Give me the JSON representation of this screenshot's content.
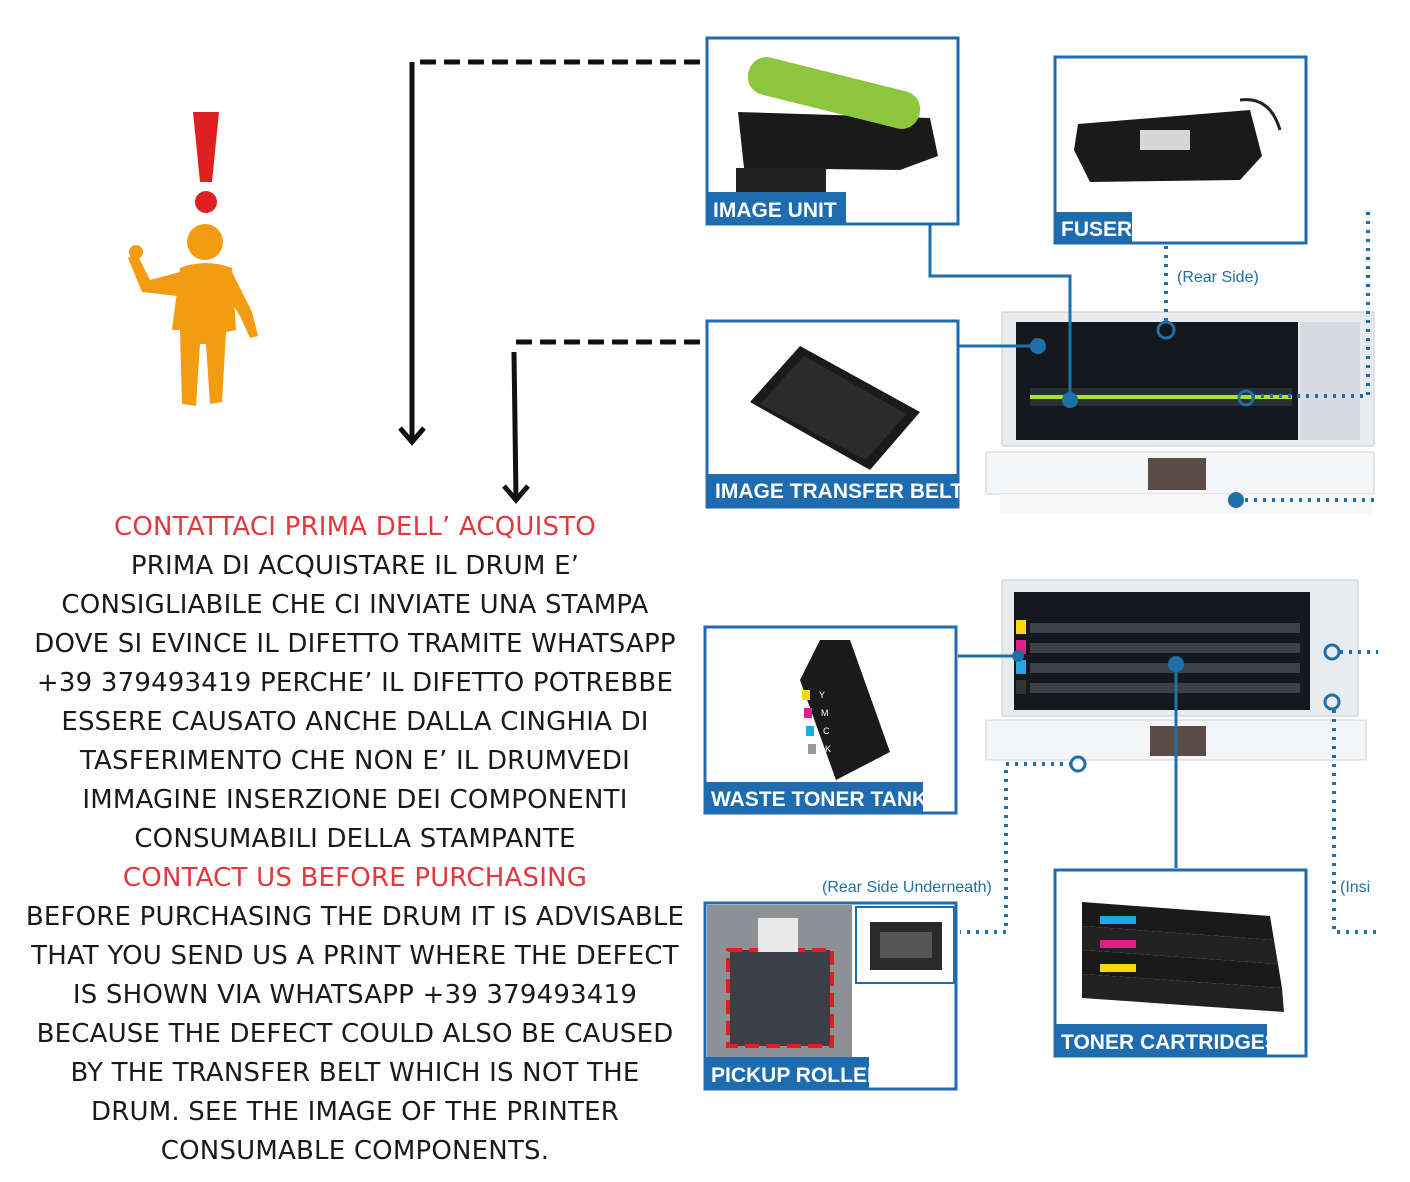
{
  "text_block": {
    "it_heading": "CONTATTACI PRIMA DELL’ ACQUISTO",
    "it_lines": [
      "PRIMA DI ACQUISTARE IL DRUM E’",
      "CONSIGLIABILE CHE CI INVIATE UNA STAMPA",
      "DOVE SI EVINCE IL DIFETTO TRAMITE WHATSAPP",
      "+39 379493419 PERCHE’ IL DIFETTO POTREBBE",
      "ESSERE CAUSATO ANCHE DALLA CINGHIA DI",
      "TASFERIMENTO CHE NON E’ IL DRUMVEDI",
      "IMMAGINE INSERZIONE DEI COMPONENTI",
      "CONSUMABILI DELLA STAMPANTE"
    ],
    "en_heading": "CONTACT US BEFORE PURCHASING",
    "en_lines": [
      "BEFORE PURCHASING THE DRUM IT IS ADVISABLE",
      "THAT YOU SEND US A PRINT WHERE THE DEFECT",
      "IS SHOWN VIA WHATSAPP +39 379493419",
      "BECAUSE THE DEFECT COULD ALSO BE CAUSED",
      "BY THE TRANSFER BELT WHICH IS NOT THE",
      "DRUM. SEE THE IMAGE OF THE PRINTER",
      "CONSUMABLE COMPONENTS."
    ]
  },
  "components": {
    "image_unit": "IMAGE UNIT",
    "fuser": "FUSER",
    "image_transfer_belt": "IMAGE TRANSFER BELT",
    "waste_toner_tank": "WASTE TONER TANK",
    "pickup_roller": "PICKUP ROLLER",
    "toner_cartridges": "TONER CARTRIDGES"
  },
  "notes": {
    "rear_side": "(Rear Side)",
    "rear_side_underneath": "(Rear Side Underneath)",
    "inside_partial": "(Insi"
  },
  "toner_marks": [
    "Y",
    "M",
    "C",
    "K"
  ],
  "colors": {
    "accent_blue": "#1f6fa8",
    "label_blue": "#1e6bb0",
    "heading_red": "#e0393e",
    "figure_orange": "#f39c12",
    "exclamation_red": "#e02020"
  }
}
